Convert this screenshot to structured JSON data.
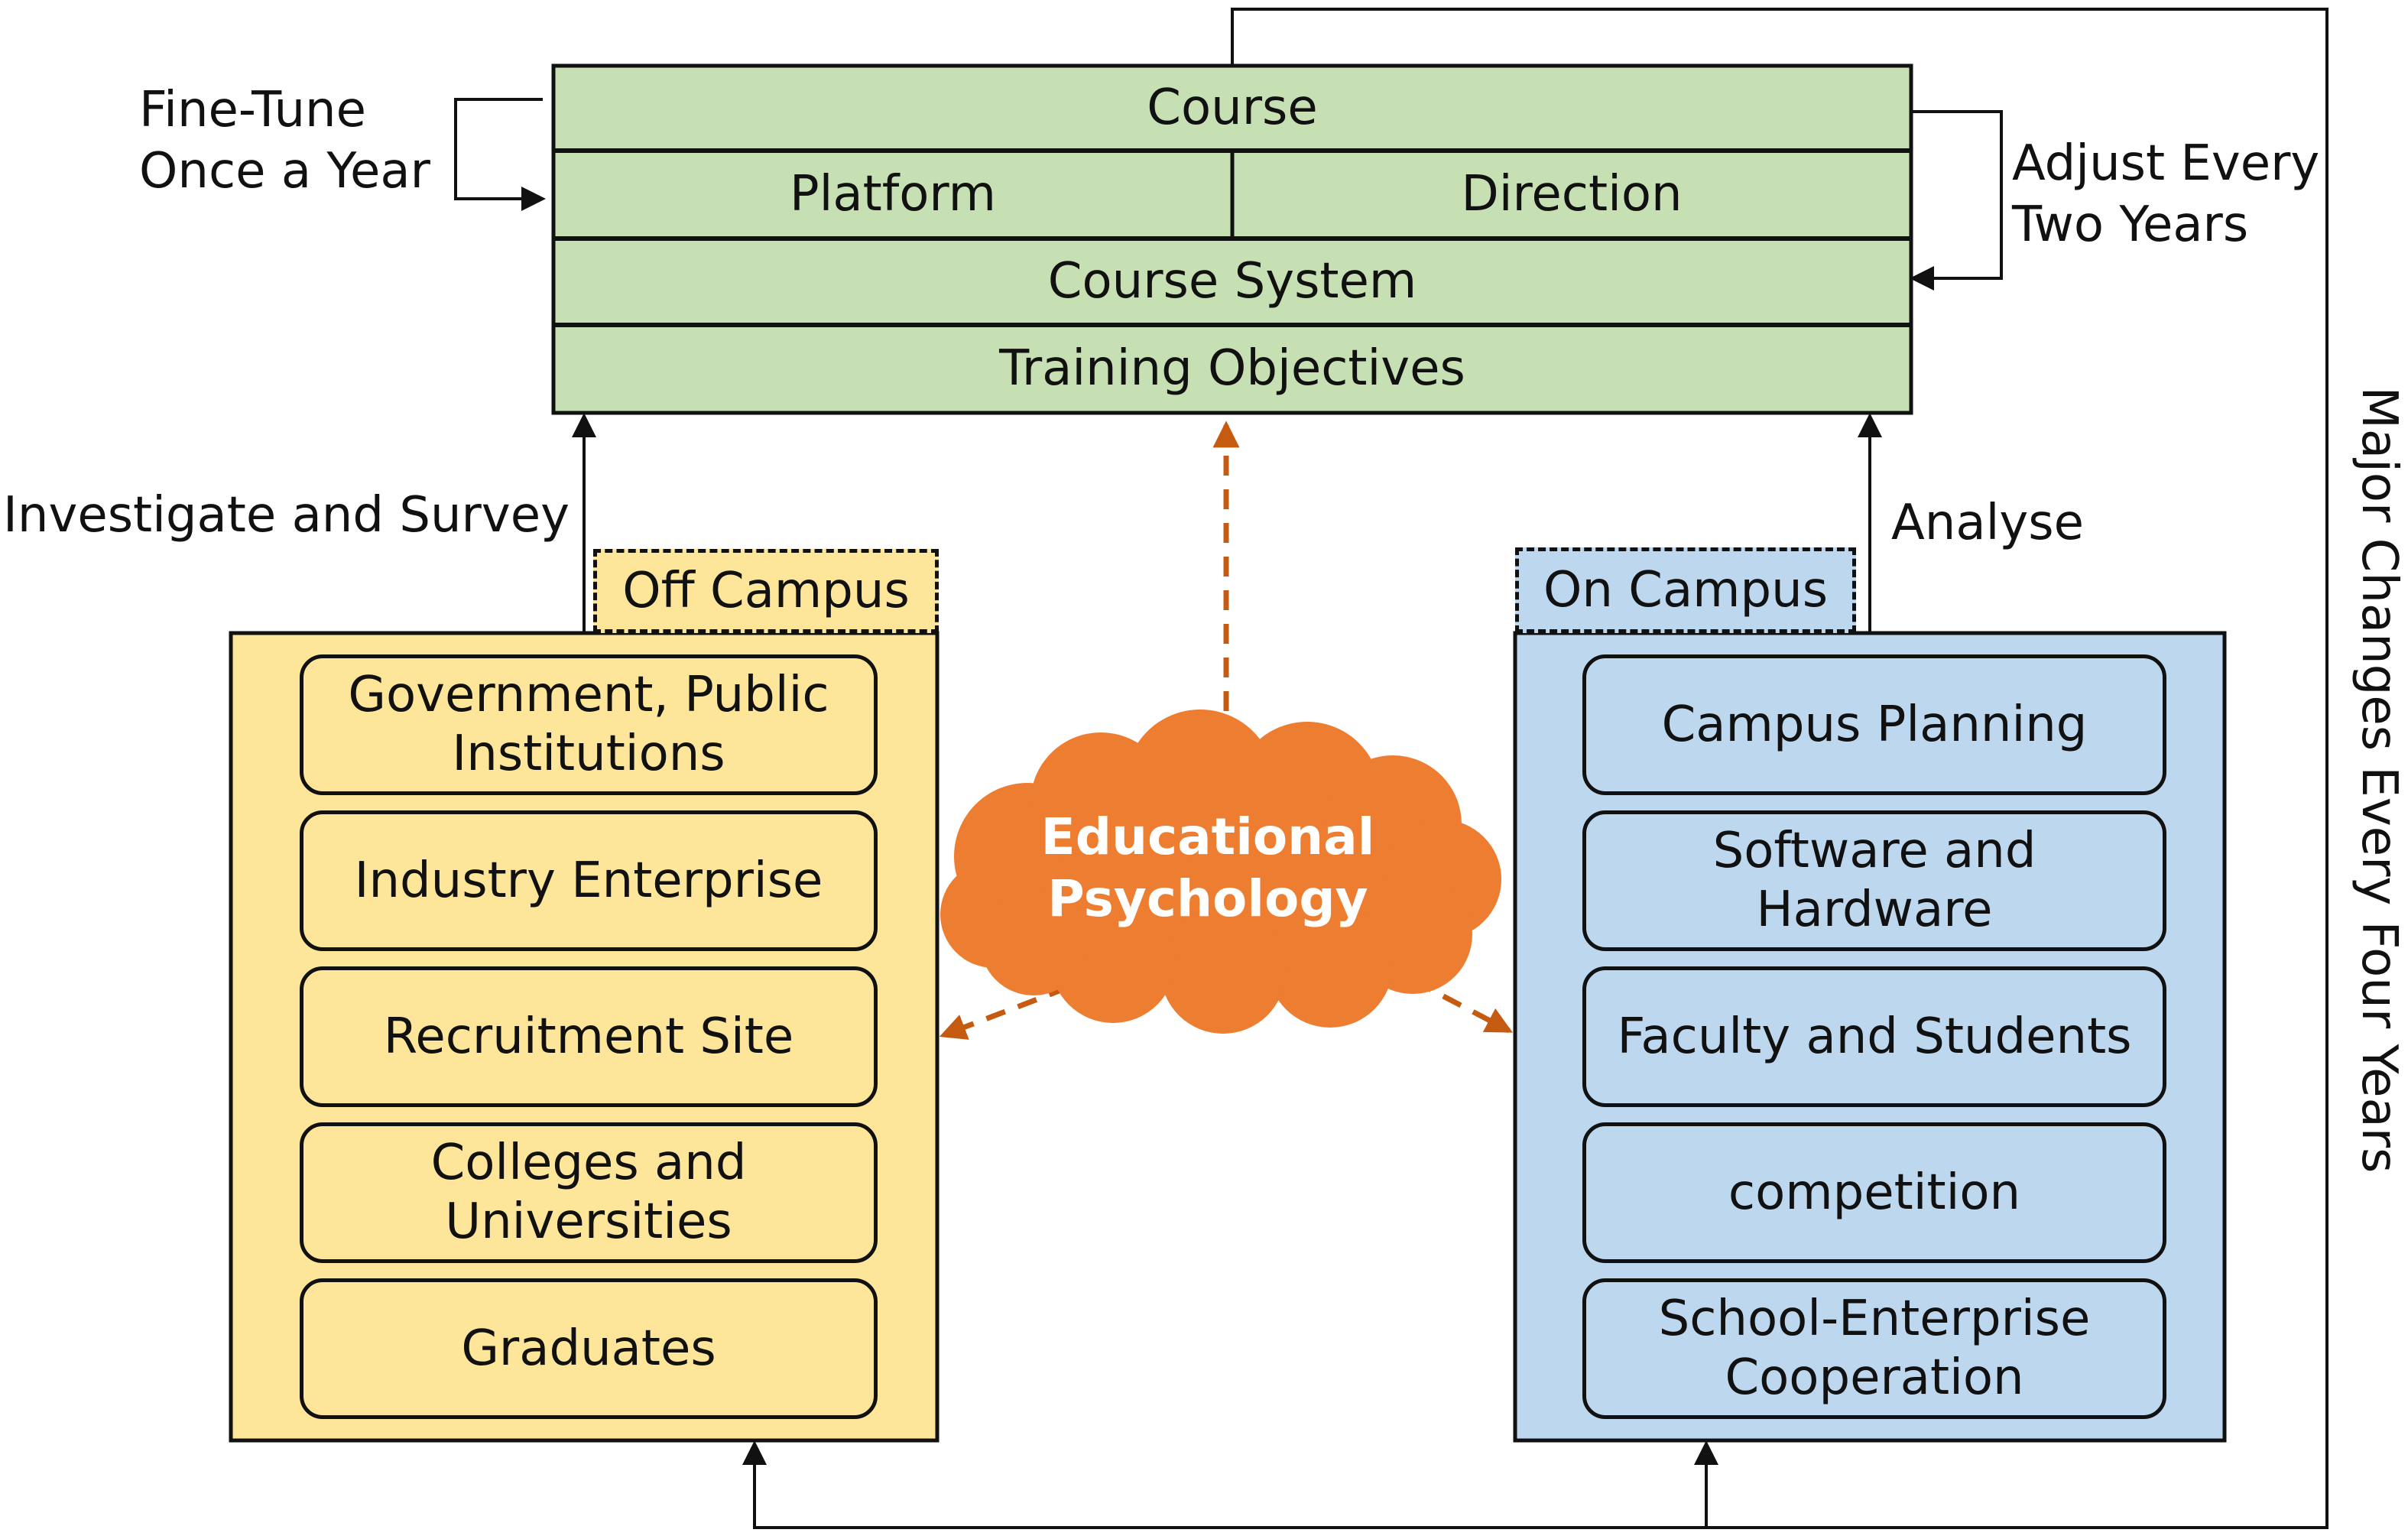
{
  "course_block": {
    "course": "Course",
    "platform": "Platform",
    "direction": "Direction",
    "course_system": "Course System",
    "training_objectives": "Training Objectives"
  },
  "cycle_labels": {
    "fine_tune": "Fine-Tune\nOnce a Year",
    "adjust": "Adjust Every\nTwo Years",
    "major_changes": "Major Changes Every Four Years"
  },
  "process_labels": {
    "investigate": "Investigate and Survey",
    "analyse": "Analyse"
  },
  "off_campus": {
    "title": "Off Campus",
    "items": [
      "Government, Public\nInstitutions",
      "Industry Enterprise",
      "Recruitment Site",
      "Colleges and\nUniversities",
      "Graduates"
    ]
  },
  "on_campus": {
    "title": "On Campus",
    "items": [
      "Campus Planning",
      "Software and\nHardware",
      "Faculty and Students",
      "competition",
      "School-Enterprise\nCooperation"
    ]
  },
  "core": {
    "label": "Educational\nPsychology"
  },
  "colors": {
    "course_fill": "#c6e0b4",
    "off_campus_fill": "#fde599",
    "on_campus_fill": "#bdd7ee",
    "cloud_fill": "#ed7d31",
    "dashed_arrow": "#c55a11",
    "line": "#111111"
  }
}
